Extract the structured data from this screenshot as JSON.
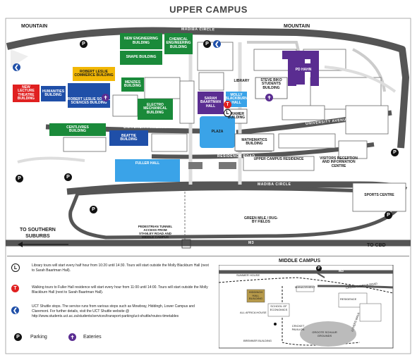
{
  "title": "UPPER CAMPUS",
  "compass_labels": {
    "mountain_left": "MOUNTAIN",
    "mountain_right": "MOUNTAIN",
    "to_southern": "TO SOUTHERN\nSUBURBS",
    "to_cbd": "TO CBD"
  },
  "roads": {
    "madiba_top": "MADIBA CIRCLE",
    "university_avenue_left": "UNIVERSITY AVENUE",
    "university_avenue_right": "UNIVERSITY AVENUE",
    "residence_road": "RESIDENCE ROAD",
    "madiba_bottom": "MADIBA CIRCLE",
    "m3": "M3"
  },
  "buildings": {
    "new_engineering": "NEW ENGINEERING\nBUILDING",
    "chemical_engineering": "CHEMICAL\nENGINEERING\nBUILDING",
    "snape": "SNAPE BUILDING",
    "robert_leslie_commerce": "ROBERT LESLIE\nCOMMERCE BUILDING",
    "new_lecture_theatre": "NEW\nLECTURE\nTHEATRE\nBUILDING",
    "humanities": "HUMANITIES\nBUILDING",
    "robert_leslie_social": "ROBERT LESLIE SOCIAL\nSCIENCES BUILDING",
    "menzies": "MENZIES\nBUILDING",
    "electro_mechanical": "ELECTRO\nMECHANICAL\nBUILDING",
    "sarah_baartman": "SARAH\nBAARTMAN\nHALL",
    "molly_blackburn": "MOLLY\nBLACKBURN\nHALL",
    "library": "LIBRARY",
    "steve_biko": "STEVE BIKO\nSTUDENTS\nBUILDING",
    "pd_hahn": "PD HAHN",
    "kramer": "KRAMER\nBUILDING",
    "centlivres": "CENTLIVRES\nBUILDING",
    "beattie": "BEATTIE\nBUILDING",
    "plaza": "PLAZA",
    "mathematics": "MATHEMATICS\nBUILDING",
    "fuller_hall": "FULLER HALL",
    "upper_campus_residence": "UPPER CAMPUS RESIDENCE",
    "visitors_centre": "VISITORS RECEPTION\nAND INFORMATION\nCENTRE",
    "sports_centre": "SPORTS CENTRE",
    "green_mile": "GREEN MILE / RUG-\nBY FIELDS",
    "pedestrian_tunnel": "PEDESTRIAN TUNNEL\nACCESS FROM\nSTANLEY ROAD AND\nMIDDLE CAMPUS"
  },
  "legend": {
    "library_tours": "Library tours will start every half hour from 10:20 until 14:30.  Tours will start outside the Molly Blackburn Hall (next to Sarah Baartman Hall).",
    "walking_tours": "Walking tours to Fuller Hall residence will start every hour from 11:00 until 14:00. Tours will start outside the Molly Blackburn Hall (next to Sarah Baartman Hall).",
    "shuttle": "UCT Shuttle stops. The service runs from various stops such as Mowbray, Hiddingh, Lower Campus and Claremont.  For further details, visit the UCT Shuttle website @ http://www.students.uct.ac.za/students/services/transport-parking/uct-shuttle/routes-timetables",
    "parking": "Parking",
    "eateries": "Eateries",
    "symbol_library": "L",
    "symbol_walking": "T",
    "symbol_parking": "P"
  },
  "middle_campus": {
    "title": "MIDDLE CAMPUS",
    "m3": "M3",
    "labels": {
      "summer_house": "SUMMER HOUSE",
      "hiddingh": "HIDDINGH\nHALL\nBUILDING",
      "management": "MANAGEMENT",
      "all_africa": "ALL AFRICA HOUSE",
      "school_economics": "SCHOOL OF\nECONOMICS",
      "cross_campus": "CROSS CAMPUS ROAD",
      "cricket": "CRICKET\nPAVILION",
      "groote_schuur": "GROOTE SCHUUR\nGROUNDS",
      "brenner": "BREMNER BUILDING",
      "lovers_walk": "LOVERS WALK",
      "residence": "RESIDENCE"
    }
  },
  "colors": {
    "road": "#555555",
    "green": "#1a8a3a",
    "blue": "#1f4fa8",
    "purple": "#5a2d91",
    "yellow": "#f2b705",
    "red": "#e02020",
    "light_blue": "#3aa3e8",
    "building_grey": "#ffffff"
  }
}
